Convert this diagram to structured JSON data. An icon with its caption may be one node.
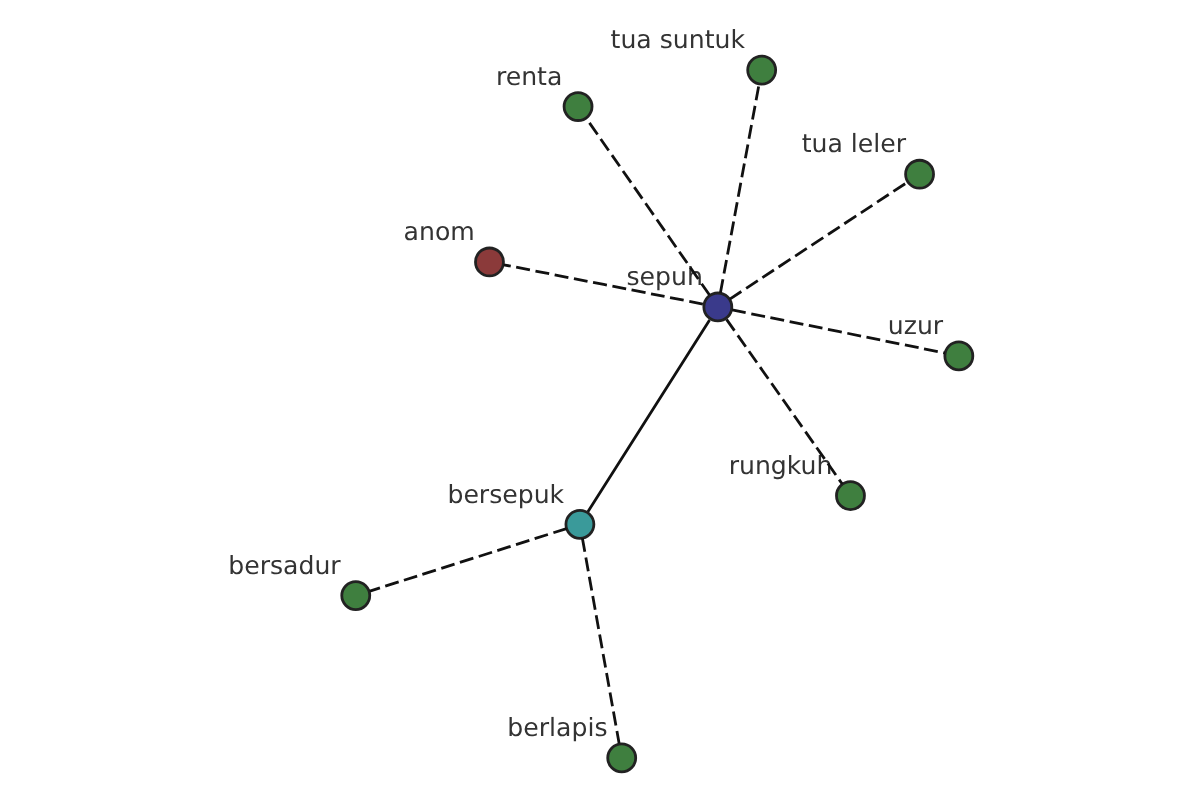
{
  "diagram": {
    "nodes": [
      {
        "text": [
          "bersadur"
        ]
      },
      {
        "text": [
          "berlapis"
        ]
      },
      {
        "text": [
          "bersepuk"
        ]
      },
      {
        "text": [
          "renta"
        ]
      },
      {
        "text": [
          "tua suntuk"
        ]
      },
      {
        "text": [
          "anom"
        ]
      },
      {
        "text": [
          "sepuh"
        ]
      },
      {
        "text": [
          "uzur"
        ]
      },
      {
        "text": [
          "tua leler"
        ]
      },
      {
        "text": [
          "rungkuh"
        ]
      }
    ],
    "edges": [
      {
        "from": 6,
        "to": 2,
        "arrow": "none"
      },
      {
        "from": 2,
        "to": 0,
        "arrow": "none",
        "style": "dashed"
      },
      {
        "from": 2,
        "to": 1,
        "arrow": "none",
        "style": "dashed"
      },
      {
        "from": 6,
        "to": 3,
        "arrow": "none",
        "style": "dashed"
      },
      {
        "from": 6,
        "to": 4,
        "arrow": "none",
        "style": "dashed"
      },
      {
        "from": 6,
        "to": 5,
        "arrow": "none",
        "style": "dashed"
      },
      {
        "from": 6,
        "to": 7,
        "arrow": "none",
        "style": "dashed"
      },
      {
        "from": 6,
        "to": 8,
        "arrow": "none",
        "style": "dashed"
      },
      {
        "from": 6,
        "to": 9,
        "arrow": "none",
        "style": "dashed"
      }
    ]
  }
}
